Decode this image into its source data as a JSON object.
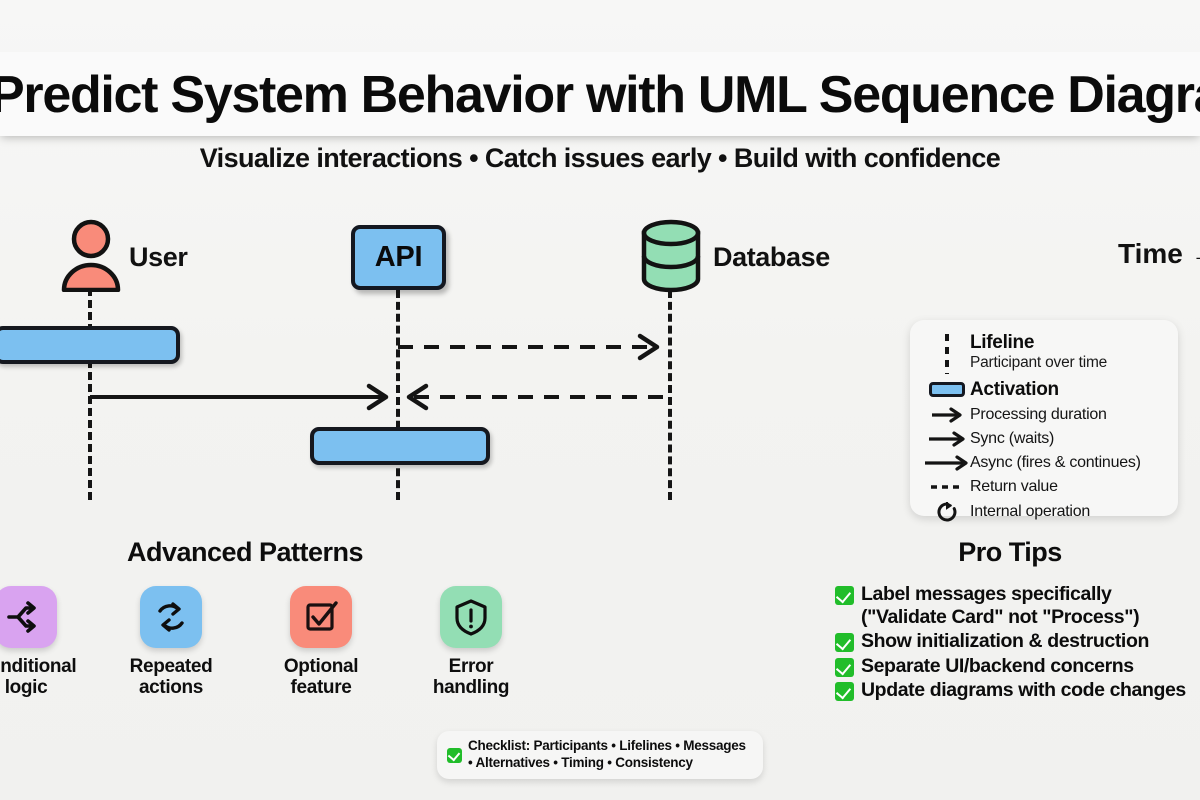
{
  "header": {
    "title": "Predict System Behavior with UML Sequence Diagrams",
    "subtitle": "Visualize interactions • Catch issues early • Build with confidence"
  },
  "diagram": {
    "time_axis_label": "Time →",
    "participants": [
      {
        "name": "User",
        "icon": "person-icon",
        "color": "#f98b7a",
        "shape": "actor"
      },
      {
        "name": "API",
        "icon": "box-icon",
        "color": "#7cc0f0",
        "shape": "box"
      },
      {
        "name": "Database",
        "icon": "database-cylinder-icon",
        "color": "#93deb4",
        "shape": "cylinder"
      }
    ]
  },
  "legend": {
    "rows": [
      {
        "icon": "dashed-vertical-line-icon",
        "label": "Lifeline",
        "sub": "Participant over time"
      },
      {
        "icon": "activation-bar-icon",
        "label": "Activation"
      },
      {
        "icon": "short-solid-arrow-icon",
        "label": "Processing duration"
      },
      {
        "icon": "medium-solid-arrow-icon",
        "label": "Sync (waits)"
      },
      {
        "icon": "long-solid-arrow-icon",
        "label": "Async (fires & continues)"
      },
      {
        "icon": "dashed-arrow-icon",
        "label": "Return value"
      },
      {
        "icon": "circular-arrow-icon",
        "label": "Internal operation"
      }
    ]
  },
  "patterns": {
    "title": "Advanced Patterns",
    "items": [
      {
        "icon": "branch-fork-icon",
        "label": "Conditional\nlogic",
        "color": "#d9a3f0"
      },
      {
        "icon": "loop-refresh-icon",
        "label": "Repeated\nactions",
        "color": "#7cc0f0"
      },
      {
        "icon": "checkbox-checked-icon",
        "label": "Optional\nfeature",
        "color": "#f98b7a"
      },
      {
        "icon": "shield-alert-icon",
        "label": "Error\nhandling",
        "color": "#93deb4"
      }
    ]
  },
  "tips": {
    "title": "Pro Tips",
    "items": [
      "Label messages specifically\n(\"Validate Card\" not \"Process\")",
      "Show initialization & destruction",
      "Separate UI/backend concerns",
      "Update diagrams with code changes"
    ]
  },
  "checklist": {
    "text": "Checklist: Participants • Lifelines • Messages\n• Alternatives • Timing • Consistency"
  },
  "colors": {
    "activation_fill": "#7cc0f0",
    "stroke": "#141821",
    "actor_salmon": "#f98b7a",
    "database_mint": "#93deb4",
    "tick_green": "#21bd2a",
    "background": "#f3f3f1"
  }
}
